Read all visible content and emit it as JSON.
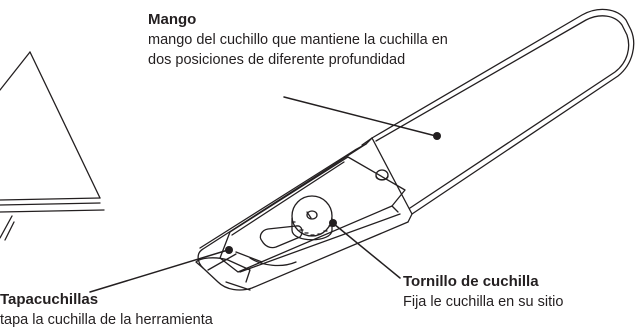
{
  "labels": {
    "mango": {
      "title": "Mango",
      "description": "mango del cuchillo que mantiene la cuchilla en dos posiciones de diferente profundidad"
    },
    "tapacuchillas": {
      "title": "Tapacuchillas",
      "description": "tapa la cuchilla de la herramienta"
    },
    "tornillo": {
      "title": "Tornillo de cuchilla",
      "description": "Fija le cuchilla en su sitio"
    }
  },
  "colors": {
    "line": "#231f20",
    "background": "#ffffff"
  }
}
